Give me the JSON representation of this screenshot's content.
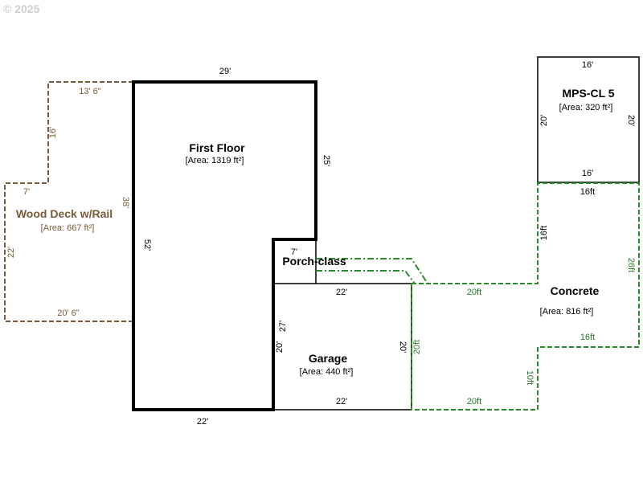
{
  "copyright": "© 2025",
  "colors": {
    "wall": "#000000",
    "deck": "#7a5a36",
    "concrete": "#2a8a2a",
    "concrete_text": "#2a7a2a"
  },
  "first_floor": {
    "name": "First Floor",
    "area": "[Area: 1319 ft²]",
    "dims": {
      "top": "29'",
      "right": "25'",
      "left": "52'",
      "bottom": "22'"
    }
  },
  "wood_deck": {
    "name": "Wood Deck w/Rail",
    "area": "[Area: 667 ft²]",
    "dims": {
      "top": "13' 6\"",
      "upper_left": "16'",
      "step": "7'",
      "inner_right": "38'",
      "left": "22'",
      "bottom": "20' 6\""
    }
  },
  "porch": {
    "name": "Porch-class",
    "dims": {
      "top": "7'"
    }
  },
  "garage": {
    "name": "Garage",
    "area": "[Area: 440 ft²]",
    "dims": {
      "top": "22'",
      "bottom": "22'",
      "left": "20'",
      "right": "20'",
      "outer_left": "27'"
    }
  },
  "mps": {
    "name": "MPS-CL 5",
    "area": "[Area: 320 ft²]",
    "dims": {
      "top": "16'",
      "bottom": "16'",
      "left": "20'",
      "right": "20'"
    }
  },
  "concrete": {
    "name": "Concrete",
    "area": "[Area: 816 ft²]",
    "dims": {
      "top_right": "16ft",
      "left_upper": "16ft",
      "right": "26ft",
      "middle": "20ft",
      "step": "16ft",
      "garage_side": "20ft",
      "lower_step": "10ft",
      "bottom": "20ft"
    }
  }
}
